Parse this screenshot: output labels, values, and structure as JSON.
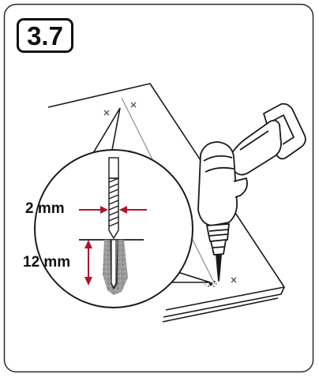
{
  "step": {
    "number": "3.7"
  },
  "dimensions": {
    "drill_diameter": "2 mm",
    "drill_depth": "12 mm"
  },
  "colors": {
    "line": "#1a1a1a",
    "accent": "#b0142b",
    "material_gray": "#8c8c8c",
    "frame": "#2a2a2a"
  },
  "icons": [
    "cordless-drill-icon",
    "drill-bit-icon",
    "screw-mark-icon"
  ]
}
